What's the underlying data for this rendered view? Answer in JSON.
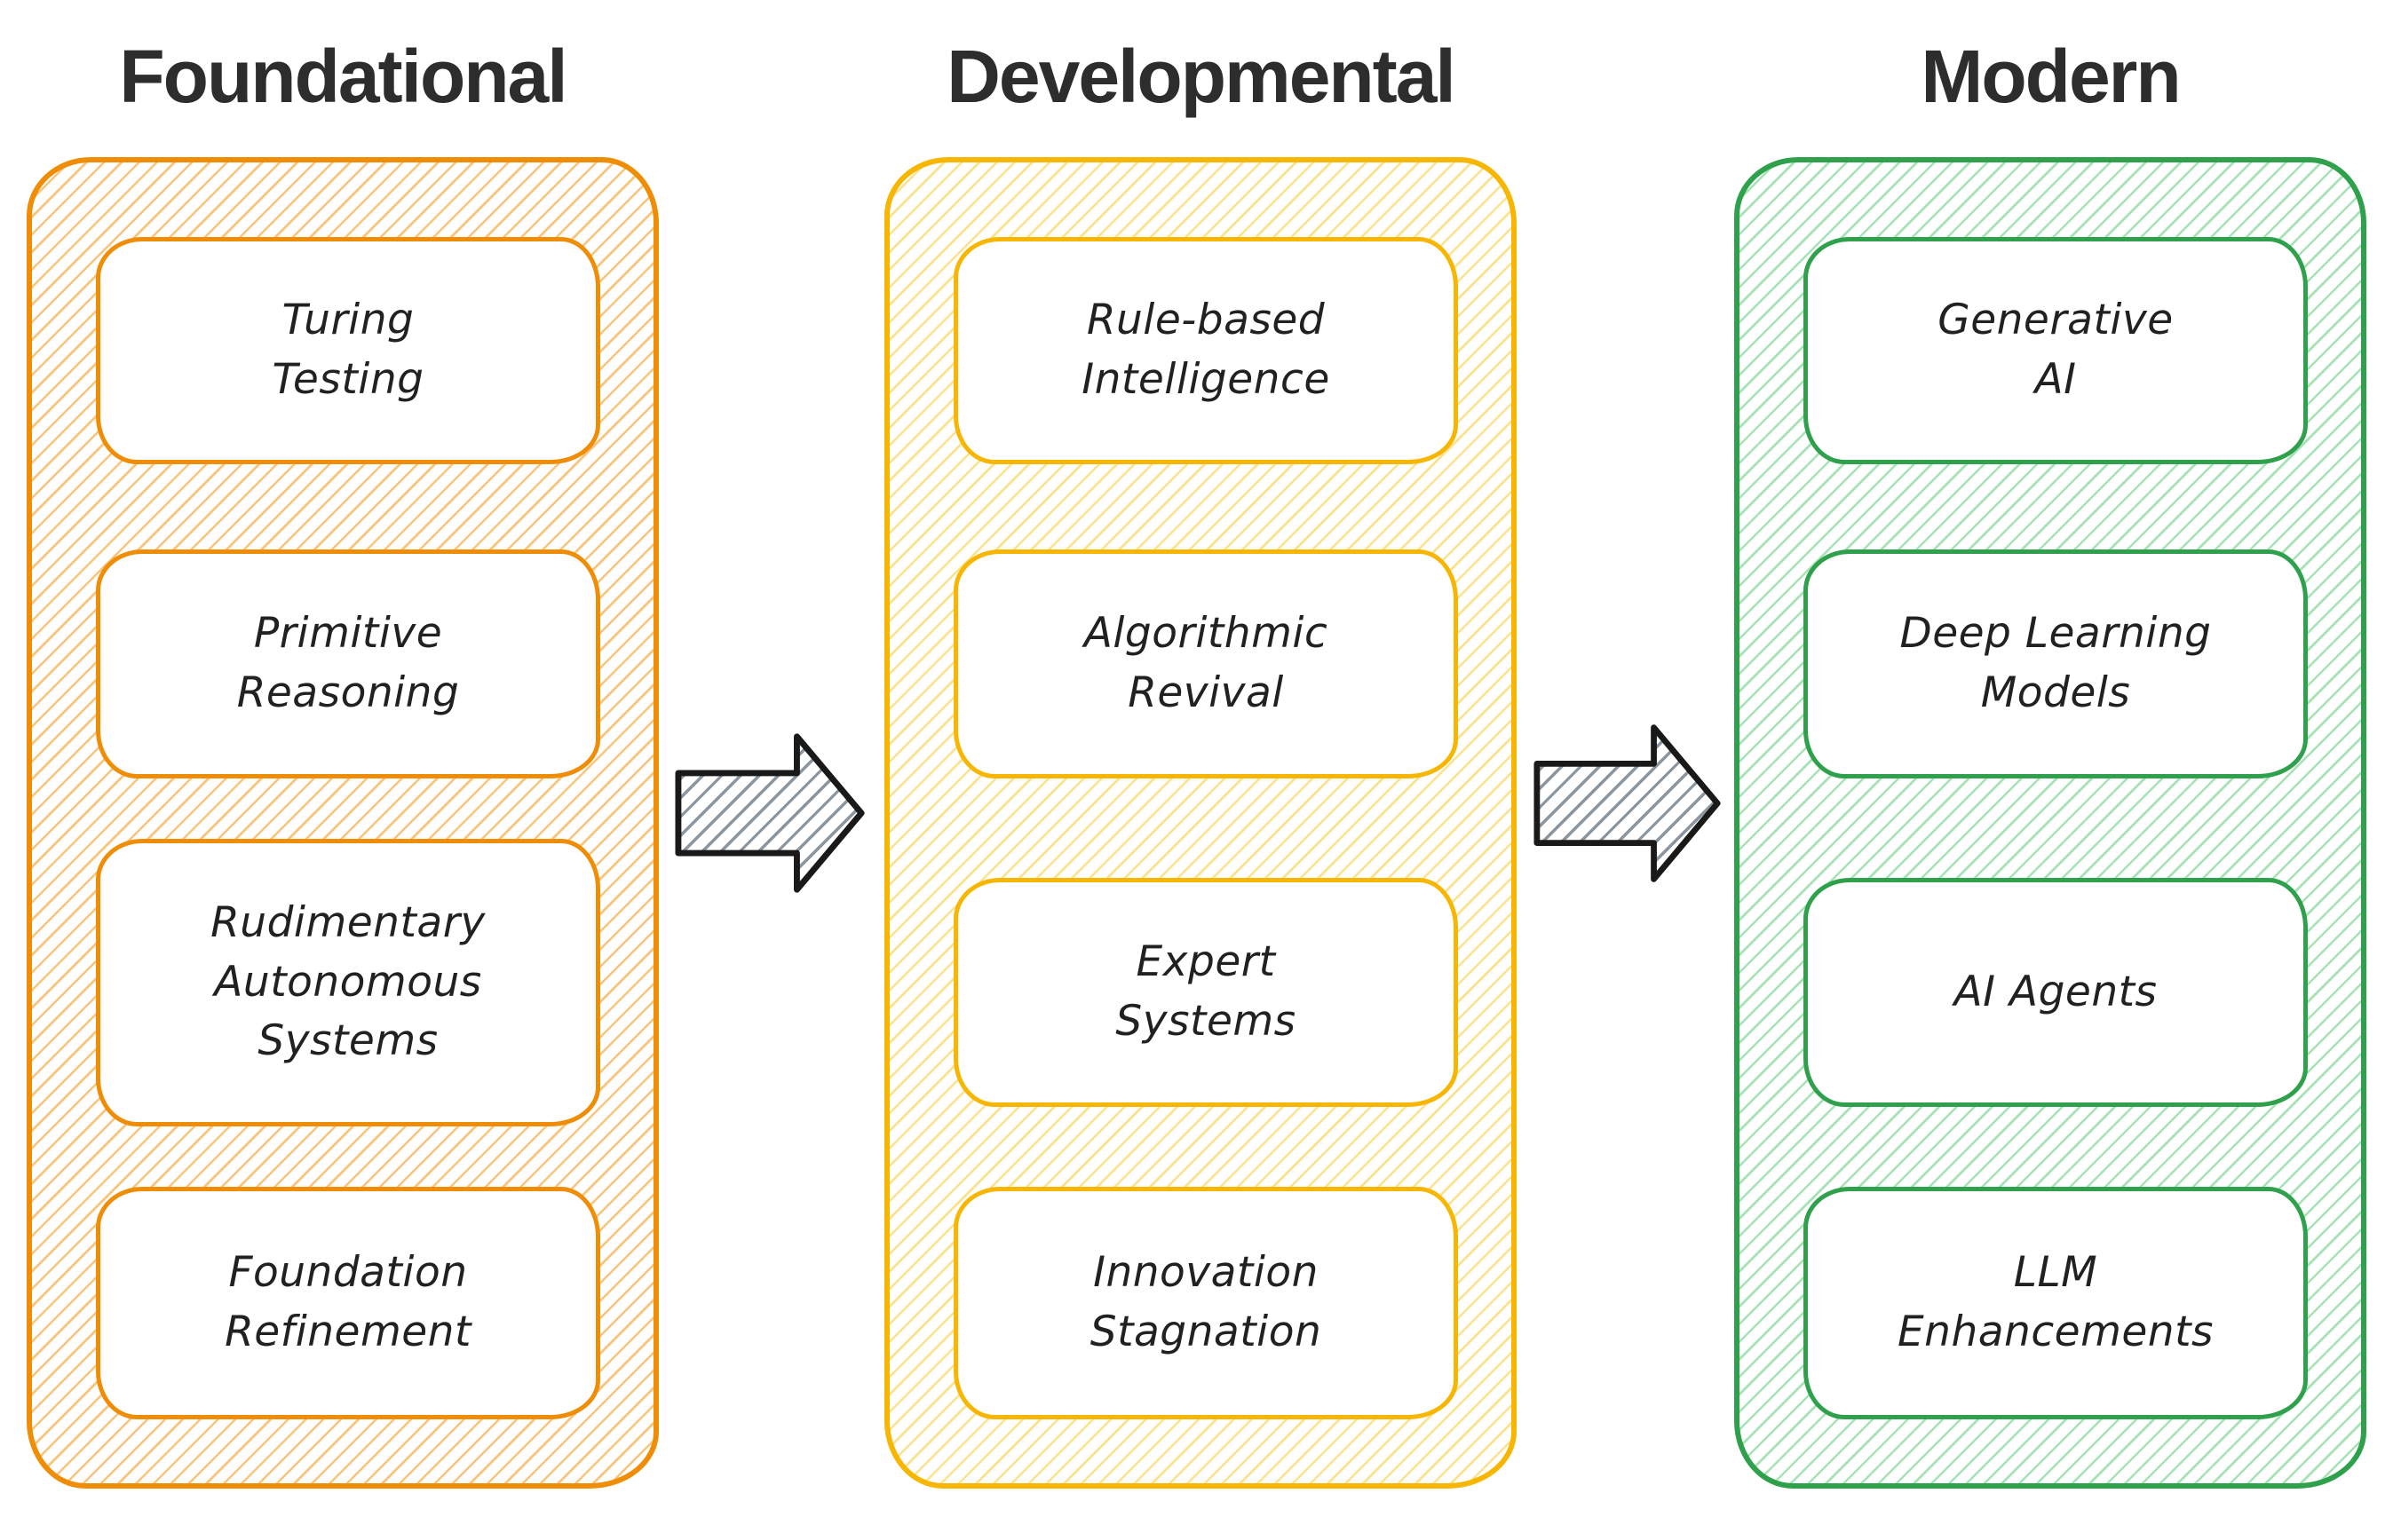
{
  "page": {
    "background": "#ffffff"
  },
  "diagram": {
    "columns": [
      {
        "title": "Foundational",
        "accent": "#ef8e06",
        "hatch": "#f7c57d",
        "boxes": [
          {
            "label": "Turing\nTesting"
          },
          {
            "label": "Primitive\nReasoning"
          },
          {
            "label": "Rudimentary\nAutonomous\nSystems"
          },
          {
            "label": "Foundation\nRefinement"
          }
        ]
      },
      {
        "title": "Developmental",
        "accent": "#f7b601",
        "hatch": "#fbe290",
        "boxes": [
          {
            "label": "Rule-based\nIntelligence"
          },
          {
            "label": "Algorithmic\nRevival"
          },
          {
            "label": "Expert\nSystems"
          },
          {
            "label": "Innovation\nStagnation"
          }
        ]
      },
      {
        "title": "Modern",
        "accent": "#2fa04b",
        "hatch": "#a6e2b6",
        "boxes": [
          {
            "label": "Generative\nAI"
          },
          {
            "label": "Deep Learning\nModels"
          },
          {
            "label": "AI Agents"
          },
          {
            "label": "LLM\nEnhancements"
          }
        ]
      }
    ],
    "arrows": [
      {
        "icon": "right-block-arrow"
      },
      {
        "icon": "right-block-arrow"
      }
    ],
    "arrow_style": {
      "outline": "#191919",
      "hatch": "#8b96a0"
    }
  }
}
